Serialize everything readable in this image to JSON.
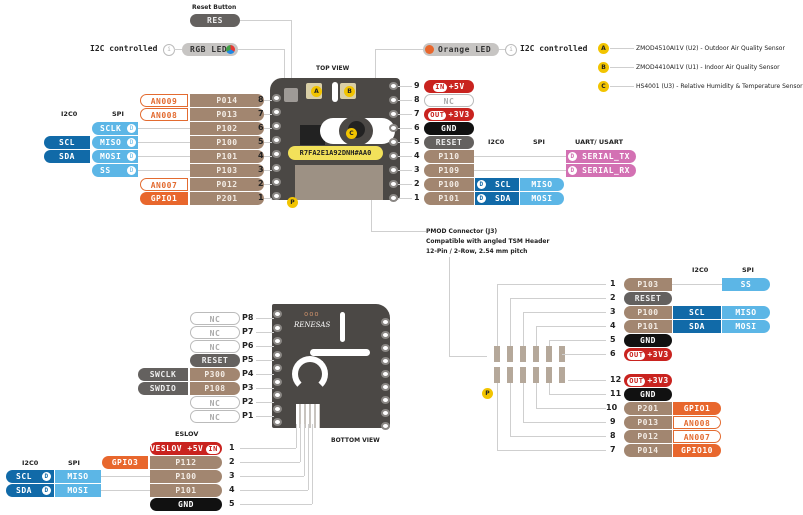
{
  "top": {
    "reset_caption": "Reset Button",
    "reset_label": "RES",
    "rgb_led": {
      "prefix": "I2C controlled",
      "info": "i",
      "label": "RGB LED"
    },
    "orange_led": {
      "prefix": "I2C controlled",
      "info": "i",
      "label": "Orange LED"
    },
    "view_title": "TOP VIEW",
    "chip_label": "R7FA2E1A92DNH#AA0",
    "sensor_badges": [
      "A",
      "B",
      "C"
    ],
    "pmod_badge": "P"
  },
  "legend": [
    {
      "badge": "A",
      "text": "ZMOD4510AI1V (U2) - Outdoor Air Quality Sensor"
    },
    {
      "badge": "B",
      "text": "ZMOD4410AI1V (U1) - Indoor Air Quality Sensor"
    },
    {
      "badge": "C",
      "text": "HS4001 (U3) - Relative Humidity & Temperature Sensor"
    }
  ],
  "left_headers": {
    "i2c": "I2C0",
    "spi": "SPI"
  },
  "left_pins": [
    {
      "num": "8",
      "port": "P014",
      "alt": "AN009",
      "alt_type": "an"
    },
    {
      "num": "7",
      "port": "P013",
      "alt": "AN008",
      "alt_type": "an"
    },
    {
      "num": "6",
      "port": "P102",
      "spi": "SCLK"
    },
    {
      "num": "5",
      "port": "P100",
      "spi": "MISO",
      "i2c": "SCL"
    },
    {
      "num": "4",
      "port": "P101",
      "spi": "MOSI",
      "i2c": "SDA"
    },
    {
      "num": "3",
      "port": "P103",
      "spi": "SS"
    },
    {
      "num": "2",
      "port": "P012",
      "alt": "AN007",
      "alt_type": "an"
    },
    {
      "num": "1",
      "port": "P201",
      "alt": "GPIO1",
      "alt_type": "gpio"
    }
  ],
  "right_headers": {
    "i2c": "I2C0",
    "spi": "SPI",
    "uart": "UART/ USART"
  },
  "right_pins": [
    {
      "num": "9",
      "label": "+5V",
      "tag": "IN",
      "type": "pwr"
    },
    {
      "num": "8",
      "label": "NC",
      "type": "nc"
    },
    {
      "num": "7",
      "label": "+3V3",
      "tag": "OUT",
      "type": "pwr"
    },
    {
      "num": "6",
      "label": "GND",
      "type": "gnd"
    },
    {
      "num": "5",
      "label": "RESET",
      "type": "gray"
    },
    {
      "num": "4",
      "label": "P110",
      "type": "port",
      "uart": "SERIAL_TX"
    },
    {
      "num": "3",
      "label": "P109",
      "type": "port",
      "uart": "SERIAL_RX"
    },
    {
      "num": "2",
      "label": "P100",
      "type": "port",
      "i2c": "SCL",
      "spi": "MISO"
    },
    {
      "num": "1",
      "label": "P101",
      "type": "port",
      "i2c": "SDA",
      "spi": "MOSI"
    }
  ],
  "pmod": {
    "caption": [
      "PMOD Connector (J3)",
      "Compatible with angled TSM Header",
      "12-Pin / 2-Row, 2.54 mm pitch"
    ],
    "headers": {
      "i2c": "I2C0",
      "spi": "SPI"
    },
    "pins": [
      {
        "num": "1",
        "label": "P103",
        "type": "port",
        "spi": "SS"
      },
      {
        "num": "2",
        "label": "RESET",
        "type": "gray"
      },
      {
        "num": "3",
        "label": "P100",
        "type": "port",
        "i2c": "SCL",
        "spi": "MISO"
      },
      {
        "num": "4",
        "label": "P101",
        "type": "port",
        "i2c": "SDA",
        "spi": "MOSI"
      },
      {
        "num": "5",
        "label": "GND",
        "type": "gnd"
      },
      {
        "num": "6",
        "label": "+3V3",
        "tag": "OUT",
        "type": "pwr"
      },
      {
        "num": "12",
        "label": "+3V3",
        "tag": "OUT",
        "type": "pwr"
      },
      {
        "num": "11",
        "label": "GND",
        "type": "gnd"
      },
      {
        "num": "10",
        "label": "P201",
        "type": "port",
        "alt": "GPIO1",
        "alt_type": "gpio"
      },
      {
        "num": "9",
        "label": "P013",
        "type": "port",
        "alt": "AN008",
        "alt_type": "an"
      },
      {
        "num": "8",
        "label": "P012",
        "type": "port",
        "alt": "AN007",
        "alt_type": "an"
      },
      {
        "num": "7",
        "label": "P014",
        "type": "port",
        "alt": "GPIO10",
        "alt_type": "gpio"
      }
    ],
    "badge": "P"
  },
  "bottom": {
    "view_title": "BOTTOM VIEW",
    "logo": "RENESAS",
    "pins": [
      {
        "num": "P8",
        "label": "NC",
        "type": "nc"
      },
      {
        "num": "P7",
        "label": "NC",
        "type": "nc"
      },
      {
        "num": "P6",
        "label": "NC",
        "type": "nc"
      },
      {
        "num": "P5",
        "label": "RESET",
        "type": "gray"
      },
      {
        "num": "P4",
        "label": "P300",
        "type": "port",
        "alt": "SWCLK"
      },
      {
        "num": "P3",
        "label": "P108",
        "type": "port",
        "alt": "SWDIO"
      },
      {
        "num": "P2",
        "label": "NC",
        "type": "nc"
      },
      {
        "num": "P1",
        "label": "NC",
        "type": "nc"
      }
    ]
  },
  "eslov": {
    "title": "ESLOV",
    "headers": {
      "i2c": "I2C0",
      "spi": "SPI"
    },
    "pins": [
      {
        "num": "1",
        "label": "VESLOV +5V",
        "tag": "IN",
        "type": "pwr"
      },
      {
        "num": "2",
        "label": "P112",
        "type": "port",
        "alt": "GPIO3"
      },
      {
        "num": "3",
        "label": "P100",
        "type": "port",
        "i2c": "SCL",
        "spi": "MISO"
      },
      {
        "num": "4",
        "label": "P101",
        "type": "port",
        "i2c": "SDA",
        "spi": "MOSI"
      },
      {
        "num": "5",
        "label": "GND",
        "type": "gnd"
      }
    ]
  },
  "colors": {
    "port": "#a28670",
    "analog": "#e36b30",
    "gpio": "#e8672d",
    "spi": "#5cb6e6",
    "i2c": "#116aa8",
    "uart": "#d371b3",
    "power": "#c9231f",
    "gnd": "#111111",
    "reset": "#64615f",
    "board": "#4b4845",
    "sensor": "#f2c400"
  }
}
